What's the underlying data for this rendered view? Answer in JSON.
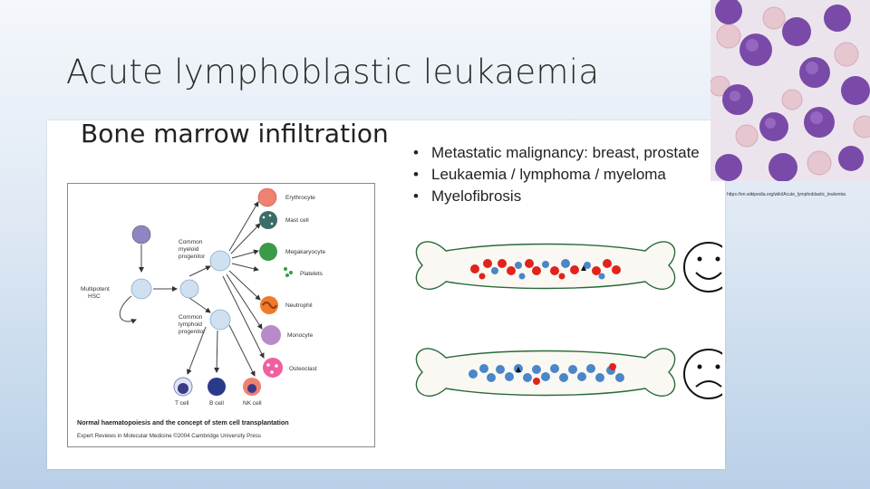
{
  "slide": {
    "title": "Acute lymphoblastic leukaemia",
    "section_heading": "Bone marrow infiltration",
    "bullets": [
      "Metastatic malignancy: breast, prostate",
      "Leukaemia / lymphoma / myeloma",
      "Myelofibrosis"
    ],
    "image_caption": "https://en.wikipedia.org/wiki/Acute_lymphoblastic_leukemia"
  },
  "diagram": {
    "cell_labels": {
      "erythrocyte": "Erythrocyte",
      "mast_cell": "Mast cell",
      "megakaryocyte": "Megakaryocyte",
      "platelets": "Platelets",
      "neutrophil": "Neutrophil",
      "monocyte": "Monocyte",
      "osteoclast": "Osteoclast",
      "t_cell": "T cell",
      "b_cell": "B cell",
      "nk_cell": "NK cell",
      "myeloid_l1": "Common",
      "myeloid_l2": "myeloid",
      "myeloid_l3": "progenitor",
      "lymphoid_l1": "Common",
      "lymphoid_l2": "lymphoid",
      "lymphoid_l3": "progenitor",
      "hsc_l1": "Multipotent",
      "hsc_l2": "HSC"
    },
    "caption": "Normal haematopoiesis and the concept of stem cell transplantation",
    "credit": "Expert Reviews in Molecular Medicine ©2004 Cambridge University Press"
  },
  "colors": {
    "red_cell": "#e0231c",
    "blue_cell": "#4a86c8",
    "bone_outline": "#2a6a3a",
    "progenitor": "#cfe0f0"
  },
  "icons": [
    "happy-face-icon",
    "sad-face-icon"
  ]
}
